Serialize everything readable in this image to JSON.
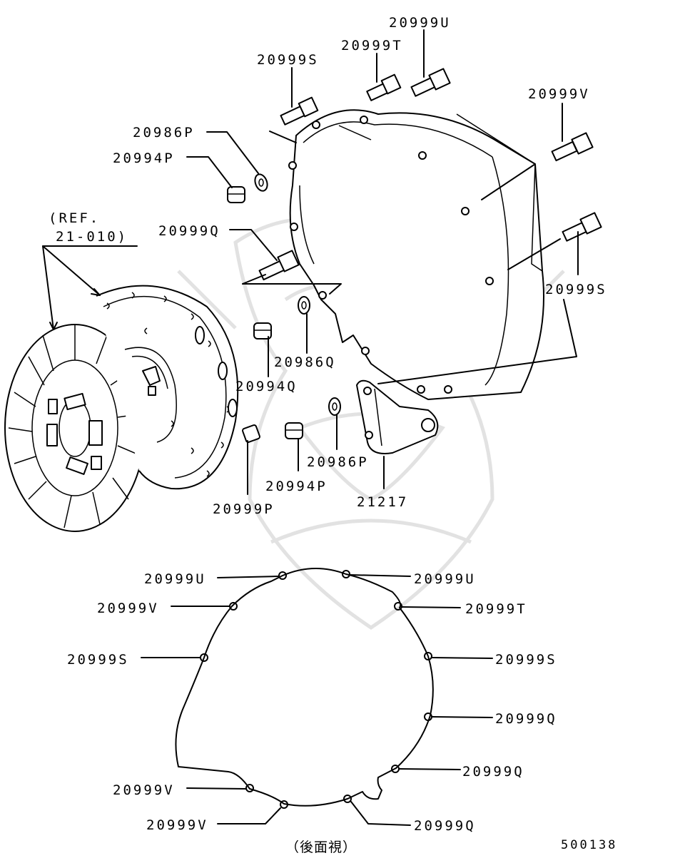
{
  "diagram_id": "500138",
  "caption": "（後面視）",
  "reference": {
    "line1": "(REF.",
    "line2": "21-010)"
  },
  "upper_callouts": {
    "u_top": "20999U",
    "t_top": "20999T",
    "s_top": "20999S",
    "v_right": "20999V",
    "p_nut_top": "20986P",
    "p_washer_top": "20994P",
    "q_left": "20999Q",
    "s_right": "20999S",
    "q_nut": "20986Q",
    "q_washer": "20994Q",
    "p_nut_bot": "20986P",
    "p_washer_bot": "20994P",
    "p_bolt": "20999P",
    "bracket": "21217"
  },
  "rear_view_callouts": {
    "left_u": "20999U",
    "left_v_top": "20999V",
    "left_s": "20999S",
    "left_v_mid": "20999V",
    "left_v_bot": "20999V",
    "right_u": "20999U",
    "right_t": "20999T",
    "right_s": "20999S",
    "right_q_top": "20999Q",
    "right_q_mid": "20999Q",
    "right_q_bot": "20999Q"
  }
}
